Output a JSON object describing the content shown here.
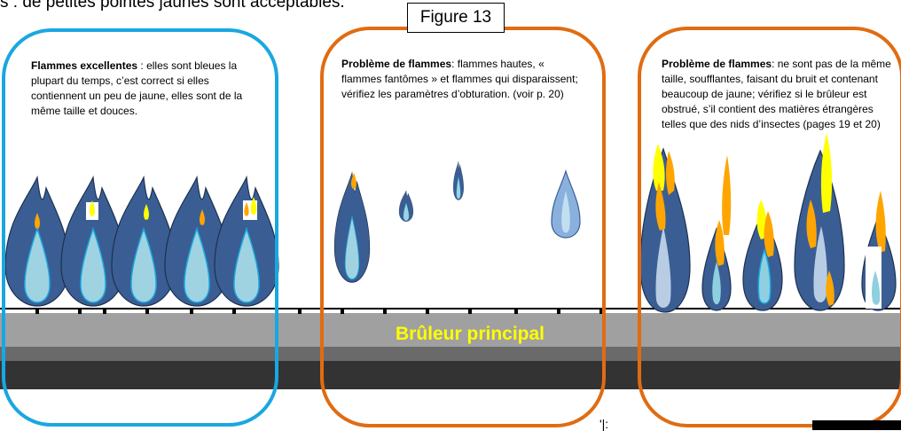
{
  "top_text": "s : de petites pointes jaunes sont acceptables.",
  "figure_label": "Figure 13",
  "panels": [
    {
      "heading": "Flammes excellentes",
      "body": " : elles sont bleues la plupart du temps, c’est correct si elles contiennent un peu de jaune, elles sont de la même taille et douces."
    },
    {
      "heading": "Problème de flammes",
      "body": ": flammes hautes, « flammes fantômes » et flammes qui disparaissent; vérifiez les paramètres d’obturation. (voir p. 20)"
    },
    {
      "heading": "Problème de flammes",
      "body": ": ne sont pas de la même taille, soufflantes, faisant du bruit et contenant beaucoup de jaune; vérifiez si le brûleur est obstrué, s’il contient des matières étrangères telles que des nids d’insectes (pages 19 et 20)"
    }
  ],
  "burner_label": "Brûleur principal",
  "stray_glyph": "'|:",
  "colors": {
    "panel1_border": "#1aa7e0",
    "panel_problem_border": "#e06c12",
    "flame_blue": "#3a5e93",
    "flame_inner": "#8ecfe0",
    "flame_yellow": "#ffff00",
    "flame_orange": "#ffa500",
    "burner_label": "#ffff00"
  }
}
